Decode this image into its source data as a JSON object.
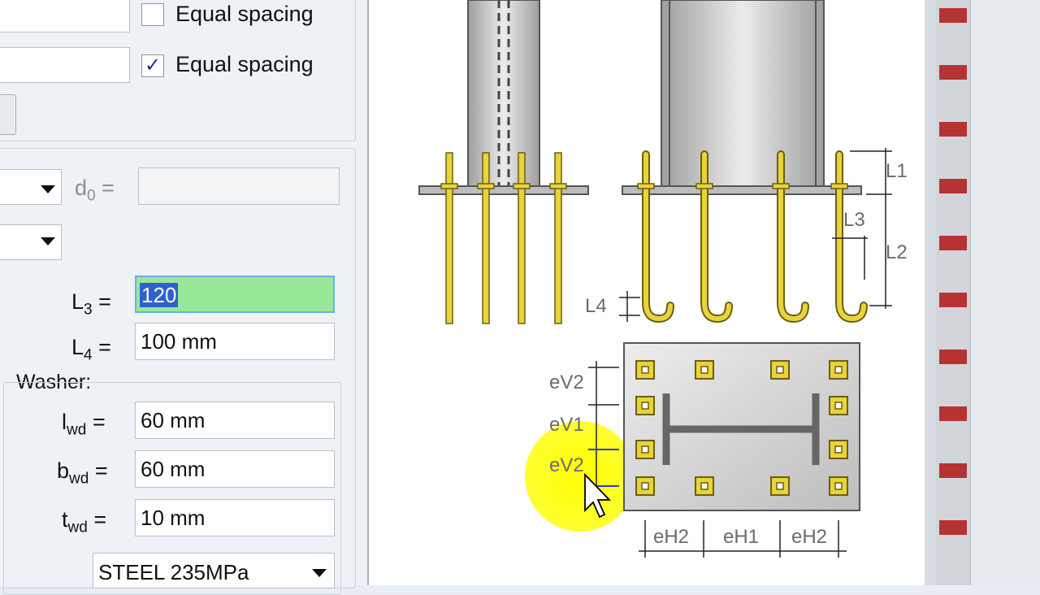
{
  "spacing": {
    "equal_spacing_1_label": "Equal spacing",
    "equal_spacing_1_checked": false,
    "equal_spacing_2_label": "Equal spacing",
    "equal_spacing_2_checked": true
  },
  "anchor": {
    "d0_label": "d",
    "d0_sub": "0",
    "d0_eq": "=",
    "d0_value": "",
    "L3_label": "L",
    "L3_sub": "3",
    "L3_eq": "=",
    "L3_value": "120",
    "L4_label": "L",
    "L4_sub": "4",
    "L4_eq": "=",
    "L4_value": "100 mm"
  },
  "washer": {
    "section_label": "Washer:",
    "lwd_label": "l",
    "lwd_sub": "wd",
    "lwd_eq": "=",
    "lwd_value": "60 mm",
    "bwd_label": "b",
    "bwd_sub": "wd",
    "bwd_eq": "=",
    "bwd_value": "60 mm",
    "twd_label": "t",
    "twd_sub": "wd",
    "twd_eq": "=",
    "twd_value": "10 mm",
    "material_value": "STEEL 235MPa"
  },
  "drawing": {
    "L1": "L1",
    "L2": "L2",
    "L3": "L3",
    "L4": "L4",
    "eV2_top": "eV2",
    "eV1": "eV1",
    "eV2_bottom": "eV2",
    "eH2_left": "eH2",
    "eH1": "eH1",
    "eH2_right": "eH2"
  },
  "colors": {
    "highlight_field": "#99e799",
    "bolt_yellow": "#e8d43a",
    "cursor_halo": "#ffff00"
  }
}
